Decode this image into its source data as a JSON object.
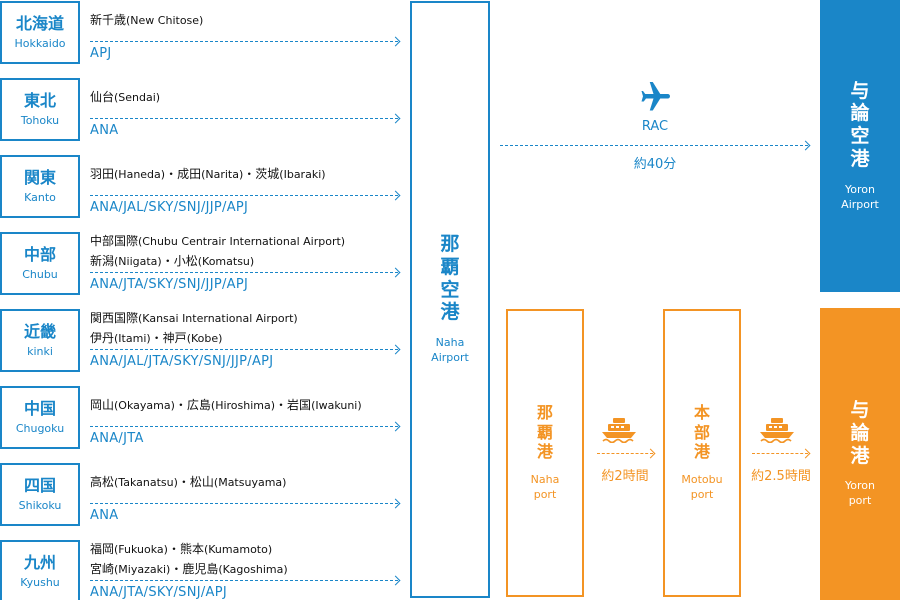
{
  "regions": [
    {
      "jp": "北海道",
      "en": "Hokkaido",
      "lines": [
        [
          {
            "t": "新千歳"
          },
          {
            "t": "(New Chitose)",
            "p": true
          }
        ]
      ],
      "airlines": "APJ"
    },
    {
      "jp": "東北",
      "en": "Tohoku",
      "lines": [
        [
          {
            "t": "仙台"
          },
          {
            "t": "(Sendai)",
            "p": true
          }
        ]
      ],
      "airlines": "ANA"
    },
    {
      "jp": "関東",
      "en": "Kanto",
      "lines": [
        [
          {
            "t": "羽田"
          },
          {
            "t": "(Haneda)",
            "p": true
          },
          {
            "t": "・成田"
          },
          {
            "t": "(Narita)",
            "p": true
          },
          {
            "t": "・茨城"
          },
          {
            "t": "(Ibaraki)",
            "p": true
          }
        ]
      ],
      "airlines": "ANA/JAL/SKY/SNJ/JJP/APJ"
    },
    {
      "jp": "中部",
      "en": "Chubu",
      "lines": [
        [
          {
            "t": "中部国際"
          },
          {
            "t": "(Chubu Centrair International Airport)",
            "p": true
          }
        ],
        [
          {
            "t": "新潟"
          },
          {
            "t": "(Niigata)",
            "p": true
          },
          {
            "t": "・小松"
          },
          {
            "t": "(Komatsu)",
            "p": true
          }
        ]
      ],
      "airlines": "ANA/JTA/SKY/SNJ/JJP/APJ"
    },
    {
      "jp": "近畿",
      "en": "kinki",
      "lines": [
        [
          {
            "t": "関西国際"
          },
          {
            "t": "(Kansai International Airport)",
            "p": true
          }
        ],
        [
          {
            "t": "伊丹"
          },
          {
            "t": "(Itami)",
            "p": true
          },
          {
            "t": "・神戸"
          },
          {
            "t": "(Kobe)",
            "p": true
          }
        ]
      ],
      "airlines": "ANA/JAL/JTA/SKY/SNJ/JJP/APJ"
    },
    {
      "jp": "中国",
      "en": "Chugoku",
      "lines": [
        [
          {
            "t": "岡山"
          },
          {
            "t": "(Okayama)",
            "p": true
          },
          {
            "t": "・広島"
          },
          {
            "t": "(Hiroshima)",
            "p": true
          },
          {
            "t": "・岩国"
          },
          {
            "t": "(Iwakuni)",
            "p": true
          }
        ]
      ],
      "airlines": "ANA/JTA"
    },
    {
      "jp": "四国",
      "en": "Shikoku",
      "lines": [
        [
          {
            "t": "高松"
          },
          {
            "t": "(Takanatsu)",
            "p": true
          },
          {
            "t": "・松山"
          },
          {
            "t": "(Matsuyama)",
            "p": true
          }
        ]
      ],
      "airlines": "ANA"
    },
    {
      "jp": "九州",
      "en": "Kyushu",
      "lines": [
        [
          {
            "t": "福岡"
          },
          {
            "t": "(Fukuoka)",
            "p": true
          },
          {
            "t": "・熊本"
          },
          {
            "t": "(Kumamoto)",
            "p": true
          }
        ],
        [
          {
            "t": "宮崎"
          },
          {
            "t": "(Miyazaki)",
            "p": true
          },
          {
            "t": "・鹿児島"
          },
          {
            "t": "(Kagoshima)",
            "p": true
          }
        ]
      ],
      "airlines": "ANA/JTA/SKY/SNJ/APJ"
    }
  ],
  "naha_airport": {
    "jp": "那覇空港",
    "en": "Naha\nAirport"
  },
  "flight": {
    "carrier": "RAC",
    "time": "約40分",
    "icon": "airplane-icon"
  },
  "yoron_airport": {
    "jp": "与論空港",
    "en": "Yoron\nAirport"
  },
  "naha_port": {
    "jp": "那覇港",
    "en": "Naha\nport"
  },
  "ferry1": {
    "time": "約2時間",
    "icon": "ferry-icon"
  },
  "motobu_port": {
    "jp": "本部港",
    "en": "Motobu\nport"
  },
  "ferry2": {
    "time": "約2.5時間",
    "icon": "ferry-icon"
  },
  "yoron_port": {
    "jp": "与論港",
    "en": "Yoron\nport"
  },
  "colors": {
    "blue": "#1a86c8",
    "orange": "#f39424"
  }
}
